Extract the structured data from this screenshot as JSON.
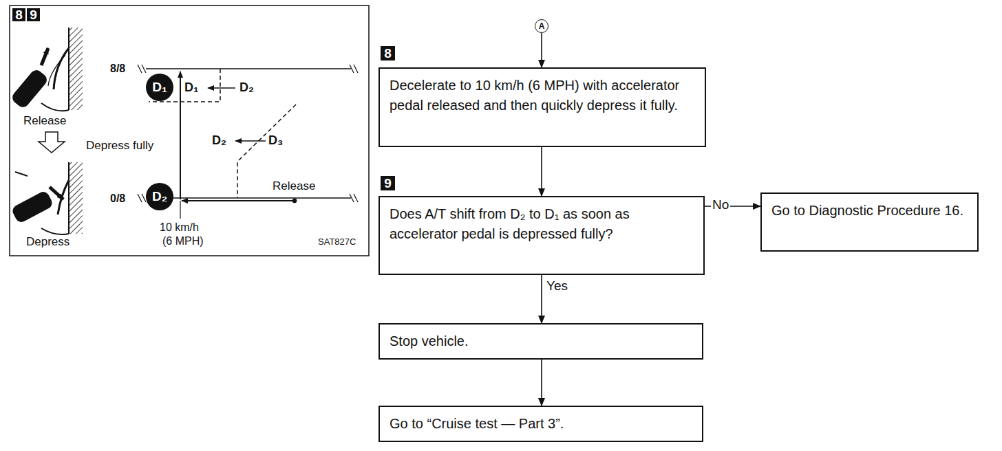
{
  "diagram": {
    "nodes": [
      {
        "text": [
          "8"
        ]
      },
      {
        "text": [
          "9"
        ]
      },
      {
        "text": [
          "D₁"
        ]
      },
      {
        "text": [
          "D₂"
        ]
      },
      {
        "text": [
          "A"
        ]
      },
      {
        "text": [
          "8"
        ]
      },
      {
        "text": [
          "Decelerate to 10 km/h (6 MPH) with accelerator pedal released and then quickly depress it fully."
        ]
      },
      {
        "text": [
          "9"
        ]
      },
      {
        "text": [
          "Does A/T shift from D₂ to D₁ as soon as accelerator pedal is depressed fully?"
        ]
      },
      {
        "text": [
          "Go to Diagnostic Procedure 16."
        ]
      },
      {
        "text": [
          "Stop vehicle."
        ]
      },
      {
        "text": [
          "Go to “Cruise test — Part 3”."
        ]
      }
    ],
    "edges": [
      {
        "from": 4,
        "to": 6,
        "arrow": "to"
      },
      {
        "from": 6,
        "to": 8,
        "arrow": "to"
      },
      {
        "from": 8,
        "to": 9,
        "label": "No",
        "arrow": "to"
      },
      {
        "from": 8,
        "to": 10,
        "label": "Yes",
        "arrow": "to"
      },
      {
        "from": 10,
        "to": 11,
        "arrow": "to"
      }
    ],
    "labels": [
      "8/8",
      "0/8",
      "D₁",
      "D₂",
      "D₂",
      "D₃",
      "Release",
      "Release",
      "Depress fully",
      "Depress",
      "10 km/h",
      "(6 MPH)",
      "SAT827C"
    ]
  }
}
